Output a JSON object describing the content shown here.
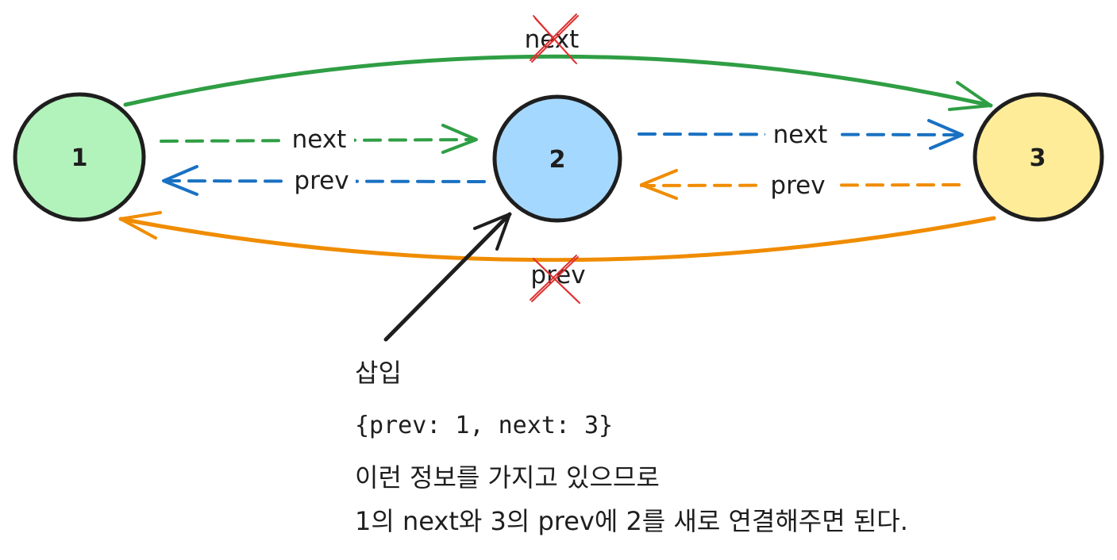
{
  "nodes": [
    {
      "label": "1",
      "fill": "#b2f2bb"
    },
    {
      "label": "2",
      "fill": "#a5d8ff"
    },
    {
      "label": "3",
      "fill": "#ffec99"
    }
  ],
  "colors": {
    "green": "#2f9e44",
    "blue": "#1971c2",
    "orange": "#f08c00",
    "cross": "#e03131",
    "ink": "#1e1e1e"
  },
  "edges": {
    "top_next": "next",
    "bottom_prev": "prev",
    "n1_next": "next",
    "n2_prev": "prev",
    "n2_next": "next",
    "n3_prev": "prev"
  },
  "annotation": {
    "insert": "삽입",
    "info": "{prev: 1, next: 3}",
    "line1": "이런 정보를 가지고 있으므로",
    "line2": "1의 next와 3의 prev에 2를 새로 연결해주면 된다."
  }
}
